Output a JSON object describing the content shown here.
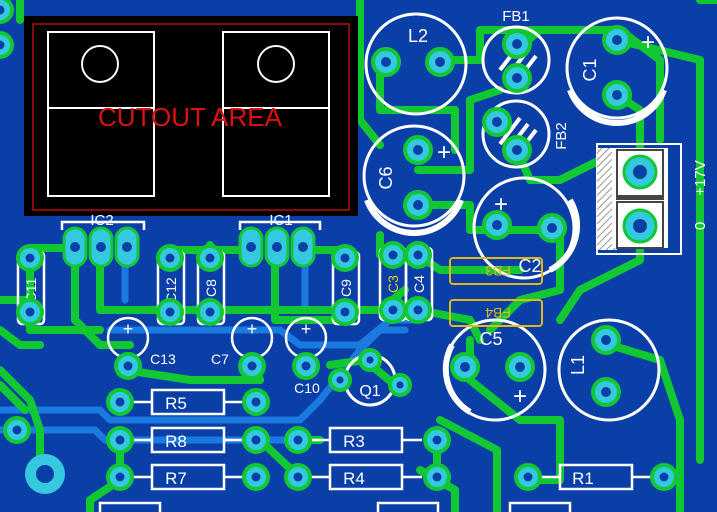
{
  "board": {
    "cutout_label": "CUTOUT AREA",
    "colors": {
      "substrate": "#0b3fa8",
      "trace_top": "#12c832",
      "trace_bottom": "#1a7ae0",
      "pad": "#35c9e0",
      "silk": "#ffffff",
      "cutout_text": "#e01010",
      "ferrite_outline": "#e0b81a"
    }
  },
  "components": {
    "ic": [
      {
        "ref": "IC2"
      },
      {
        "ref": "IC1"
      }
    ],
    "capacitors": [
      {
        "ref": "C11"
      },
      {
        "ref": "C12"
      },
      {
        "ref": "C8"
      },
      {
        "ref": "C9"
      },
      {
        "ref": "C3"
      },
      {
        "ref": "C4"
      },
      {
        "ref": "C13"
      },
      {
        "ref": "C7"
      },
      {
        "ref": "C10"
      },
      {
        "ref": "C6"
      },
      {
        "ref": "C1"
      },
      {
        "ref": "C2"
      },
      {
        "ref": "C5"
      }
    ],
    "inductors": [
      {
        "ref": "L2"
      },
      {
        "ref": "L1"
      }
    ],
    "ferrites": [
      {
        "ref": "FB1"
      },
      {
        "ref": "FB2"
      },
      {
        "ref": "FB3"
      },
      {
        "ref": "FB4"
      }
    ],
    "transistor": {
      "ref": "Q1"
    },
    "resistors": [
      {
        "ref": "R5"
      },
      {
        "ref": "R8"
      },
      {
        "ref": "R7"
      },
      {
        "ref": "R3"
      },
      {
        "ref": "R4"
      },
      {
        "ref": "R1"
      }
    ],
    "polarity_plus": "+"
  },
  "connector": {
    "label_plus": "+17V",
    "label_ground": "0"
  }
}
